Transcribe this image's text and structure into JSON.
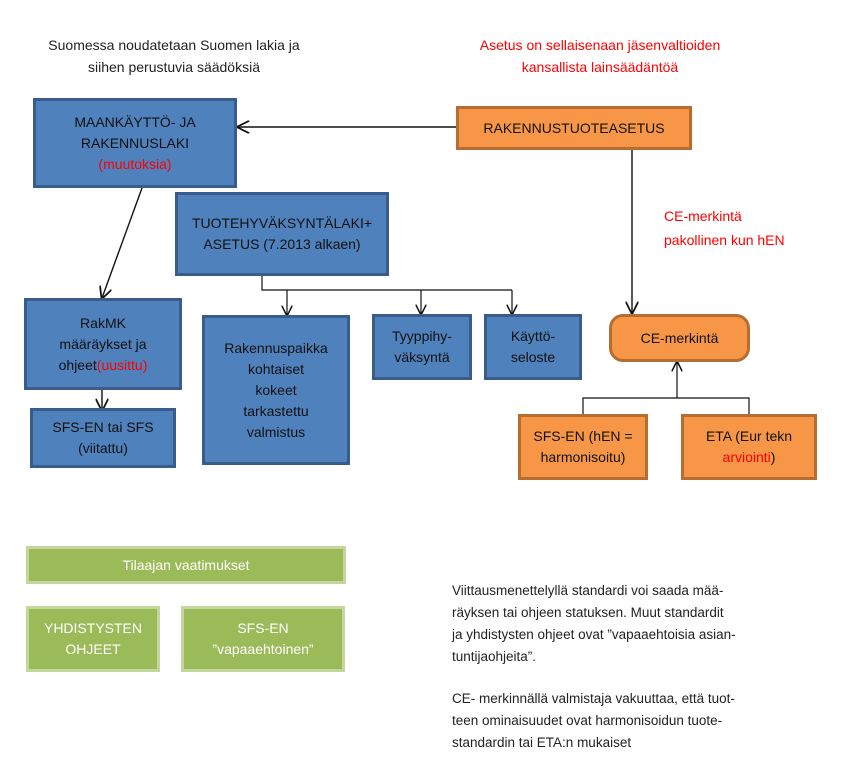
{
  "header_left": {
    "line1": "Suomessa noudatetaan Suomen lakia ja",
    "line2": "siihen perustuvia säädöksiä"
  },
  "header_right": {
    "line1": "Asetus on sellaisenaan jäsenvaltioiden",
    "line2": "kansallista lainsäädäntöä"
  },
  "nodes": {
    "mrl": {
      "line1": "MAANKÄYTTÖ- JA",
      "line2": "RAKENNUSLAKI",
      "note": "(muutoksia)"
    },
    "tuote": {
      "line1": "TUOTEHYVÄKSYNTÄLAKI+",
      "line2": "ASETUS (7.2013 alkaen)"
    },
    "rta": {
      "label": "RAKENNUSTUOTEASETUS"
    },
    "ce_note": {
      "line1": "CE-merkintä",
      "line2": "pakollinen kun hEN"
    },
    "rakmk": {
      "line1": "RakMK",
      "line2": "määräykset ja",
      "line3": "ohjeet",
      "note": "(uusittu)"
    },
    "sfs": {
      "line1": "SFS-EN tai SFS",
      "line2": "(viitattu)"
    },
    "rakennuspaikka": {
      "line1": "Rakennuspaikka",
      "line2": "kohtaiset",
      "line3": "kokeet",
      "line4": "tarkastettu",
      "line5": "valmistus"
    },
    "tyyppi": {
      "line1": "Tyyppihy-",
      "line2": "väksyntä"
    },
    "kaytto": {
      "line1": "Käyttö-",
      "line2": "seloste"
    },
    "ce": {
      "label": "CE-merkintä"
    },
    "sfs_hen": {
      "line1": "SFS-EN (hEN =",
      "line2": "harmonisoitu)"
    },
    "eta": {
      "line1": "ETA (Eur tekn",
      "note": "arviointi",
      "close": ")"
    },
    "tilaajan": {
      "label": "Tilaajan vaatimukset"
    },
    "yhdistysten": {
      "line1": "YHDISTYSTEN",
      "line2": "OHJEET"
    },
    "sfs_vap": {
      "line1": "SFS-EN",
      "line2": "”vapaaehtoinen”"
    }
  },
  "paragraph1": [
    "Viittausmenettelyllä standardi voi saada mää-",
    "räyksen tai ohjeen statuksen. Muut standardit",
    "ja yhdistysten ohjeet ovat ”vapaaehtoisia asian-",
    "tuntijaohjeita”."
  ],
  "paragraph2": [
    "CE- merkinnällä valmistaja vakuuttaa, että tuot-",
    "teen ominaisuudet ovat harmonisoidun tuote-",
    "standardin tai ETA:n mukaiset"
  ],
  "colors": {
    "blue_fill": "#4f81bd",
    "orange_fill": "#f79646",
    "green_fill": "#9bbb59",
    "red_text": "#ff0000",
    "connector": "#111111"
  }
}
